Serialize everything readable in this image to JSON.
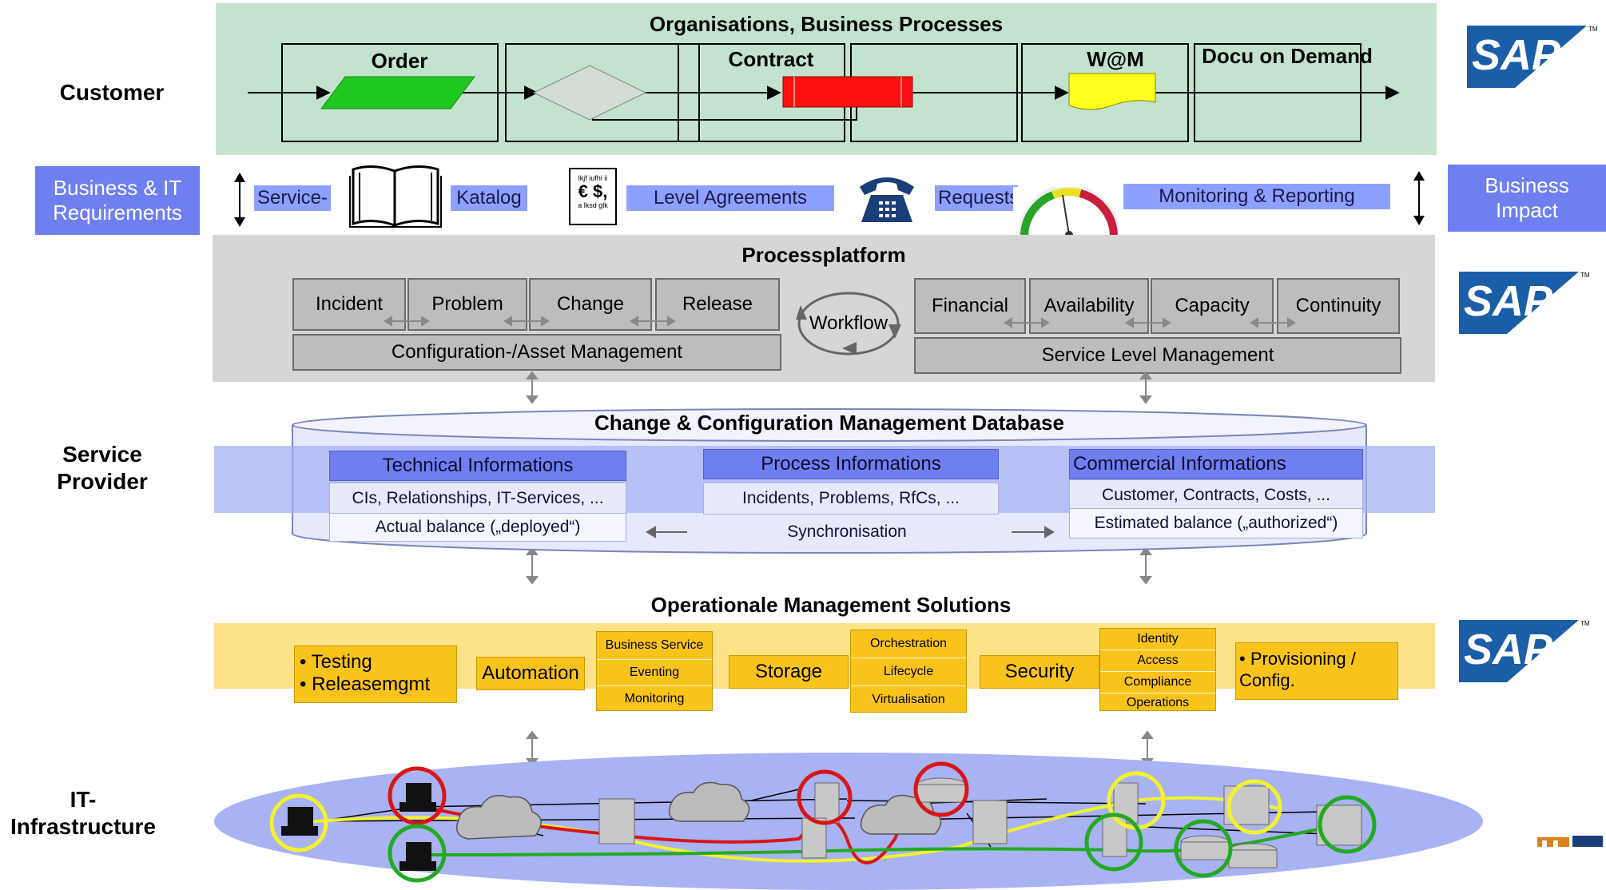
{
  "side_labels": {
    "customer": "Customer",
    "service_provider_1": "Service",
    "service_provider_2": "Provider",
    "it_infra_1": "IT-",
    "it_infra_2": "Infrastructure"
  },
  "left_box": {
    "line1": "Business & IT",
    "line2": "Requirements"
  },
  "right_box": {
    "line1": "Business",
    "line2": "Impact"
  },
  "sap_logo": "SAP",
  "sap_tm": "TM",
  "customer_band": {
    "title": "Organisations, Business Processes",
    "steps": [
      "Order",
      "Contract",
      "W@M",
      "Docu on Demand"
    ]
  },
  "service_band": {
    "items": [
      "Service-",
      "Katalog",
      "Level Agreements",
      "Requests",
      "Monitoring & Reporting"
    ],
    "sla_doc": {
      "line1": "lkjf iufhi ii",
      "symbols": "€ $,",
      "line3": "a lksd glk"
    }
  },
  "processplatform": {
    "title": "Processplatform",
    "left_boxes": [
      "Incident",
      "Problem",
      "Change",
      "Release"
    ],
    "left_bar": "Configuration-/Asset Management",
    "workflow": "Workflow",
    "right_boxes": [
      "Financial",
      "Availability",
      "Capacity",
      "Continuity"
    ],
    "right_bar": "Service Level Management"
  },
  "cmdb": {
    "title": "Change & Configuration Management Database",
    "technical": {
      "head": "Technical Informations",
      "sub1": "CIs, Relationships, IT-Services, ...",
      "sub2": "Actual balance („deployed“)"
    },
    "process": {
      "head": "Process Informations",
      "sub1": "Incidents, Problems, RfCs, ..."
    },
    "commercial": {
      "head": "Commercial Informations",
      "sub1": "Customer, Contracts, Costs, ...",
      "sub2": "Estimated balance („authorized“)"
    },
    "sync": "Synchronisation"
  },
  "operational": {
    "title": "Operationale Management Solutions",
    "testing": [
      "Testing",
      "Releasemgmt"
    ],
    "automation": "Automation",
    "automation_stack": [
      "Business Service",
      "Eventing",
      "Monitoring"
    ],
    "storage": "Storage",
    "storage_stack": [
      "Orchestration",
      "Lifecycle",
      "Virtualisation"
    ],
    "security": "Security",
    "security_stack": [
      "Identity",
      "Access",
      "Compliance",
      "Operations"
    ],
    "provisioning": [
      "Provisioning /",
      "Config."
    ]
  },
  "colors": {
    "customer_band": "#c3e3cf",
    "process_band": "#d6d6d6",
    "blue_accent": "#6f7ff0",
    "gold": "#f8c31a",
    "infra_ellipse": "#a9b2f2"
  }
}
